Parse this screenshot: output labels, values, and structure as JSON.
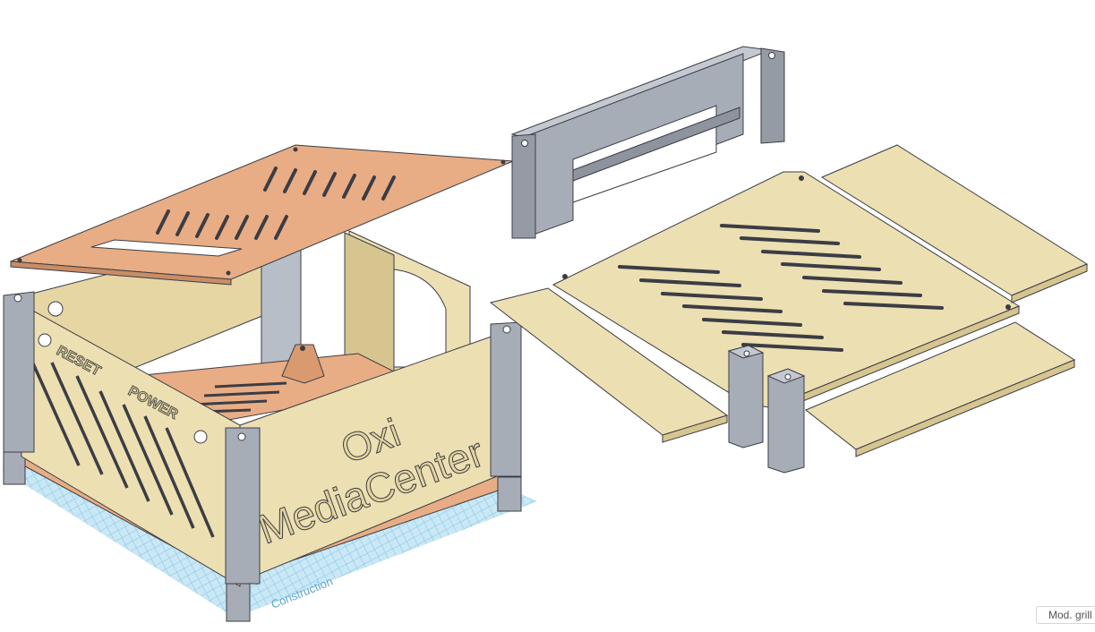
{
  "model": {
    "case_text_line1": "Oxi",
    "case_text_line2": "MediaCenter",
    "button_label_reset": "RESET",
    "button_label_power": "POWER",
    "workplane_text": "Construction"
  },
  "grid_control": {
    "label": "Mod. grill"
  },
  "colors": {
    "background": "#ffffff",
    "workplane": "#a9d8ec",
    "panel_wood": "#ecdfb2",
    "panel_wood_side": "#d7c58f",
    "lid_orange": "#e8ad84",
    "frame_gray": "#a7adb7",
    "edge_dark": "#3b3d45"
  }
}
